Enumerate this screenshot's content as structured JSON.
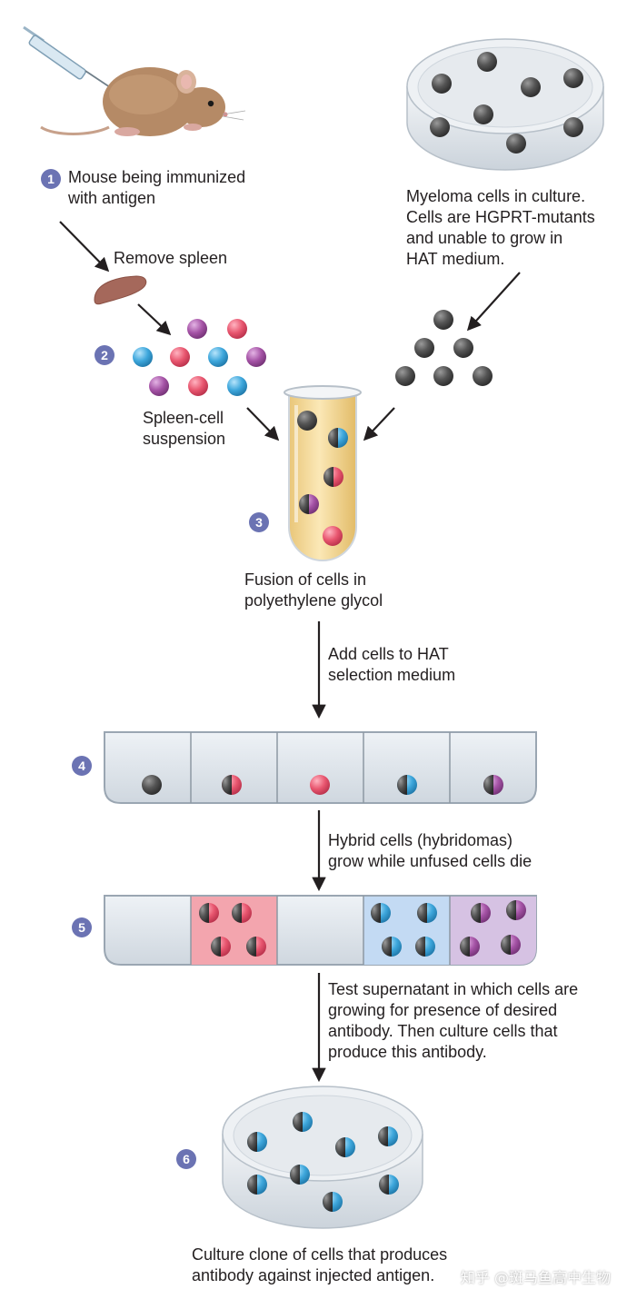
{
  "steps": {
    "s1": {
      "number": "1",
      "text_lines": [
        "Mouse being immunized",
        "with antigen"
      ]
    },
    "s2": {
      "number": "2"
    },
    "s3": {
      "number": "3",
      "text_lines": [
        "Fusion of cells in",
        "polyethylene glycol"
      ]
    },
    "s4": {
      "number": "4"
    },
    "s5": {
      "number": "5"
    },
    "s6": {
      "number": "6",
      "text_lines": [
        "Culture clone of cells that produces",
        "antibody against injected antigen."
      ]
    }
  },
  "labels": {
    "myeloma_lines": [
      "Myeloma cells in culture.",
      "Cells are HGPRT-mutants",
      "and unable to grow in",
      "HAT medium."
    ],
    "remove_spleen": "Remove spleen",
    "spleen_cell_lines": [
      "Spleen-cell",
      "suspension"
    ],
    "add_hat_lines": [
      "Add cells to HAT",
      "selection medium"
    ],
    "hybrid_lines": [
      "Hybrid cells (hybridomas)",
      "grow while unfused cells die"
    ],
    "test_lines": [
      "Test supernatant in which cells are",
      "growing for presence of desired",
      "antibody. Then culture cells that",
      "produce this antibody."
    ]
  },
  "watermark": "知乎 @斑马鱼高中生物",
  "colors": {
    "badge": "#6b73b3",
    "myeloma_cell": "#4a4a4a",
    "spleen_pink": "#e8566f",
    "spleen_blue": "#3ea7dc",
    "spleen_purple": "#a553a6",
    "well_pink": "#f3a5ae",
    "well_blue": "#c3daf3",
    "well_purple": "#d6c2e3",
    "tube_fluid": "#f6dc9c"
  },
  "icons": [
    "syringe-icon",
    "mouse-icon",
    "spleen-icon",
    "petri-dish-icon",
    "test-tube-icon",
    "arrow-icon"
  ]
}
